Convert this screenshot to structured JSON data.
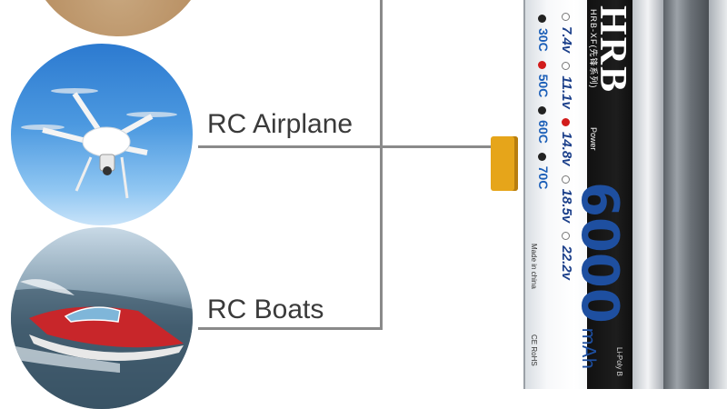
{
  "labels": {
    "airplane": "RC Airplane",
    "boats": "RC Boats"
  },
  "images": {
    "top": "rc-car-on-sand",
    "middle": "quadcopter-drone",
    "bottom": "rc-speed-boat"
  },
  "battery": {
    "brand": "HRB",
    "brand_subtitle": "HRB-XF(先锋系列)",
    "power_text": "Power",
    "c_ratings": [
      "30C",
      "50C",
      "60C",
      "70C"
    ],
    "selected_c": "50C",
    "voltages": [
      "7.4v",
      "11.1v",
      "14.8v",
      "18.5v",
      "22.2v"
    ],
    "selected_voltage": "14.8v",
    "capacity": "6000",
    "capacity_unit": "mAh",
    "made_in": "Made in china",
    "chem": "Li-Poly B",
    "cert": "CE RoHS"
  },
  "colors": {
    "accent": "#1e4fa0",
    "selected": "#d21c1c",
    "connector": "#e6a51a",
    "line": "#8a8a8a"
  }
}
